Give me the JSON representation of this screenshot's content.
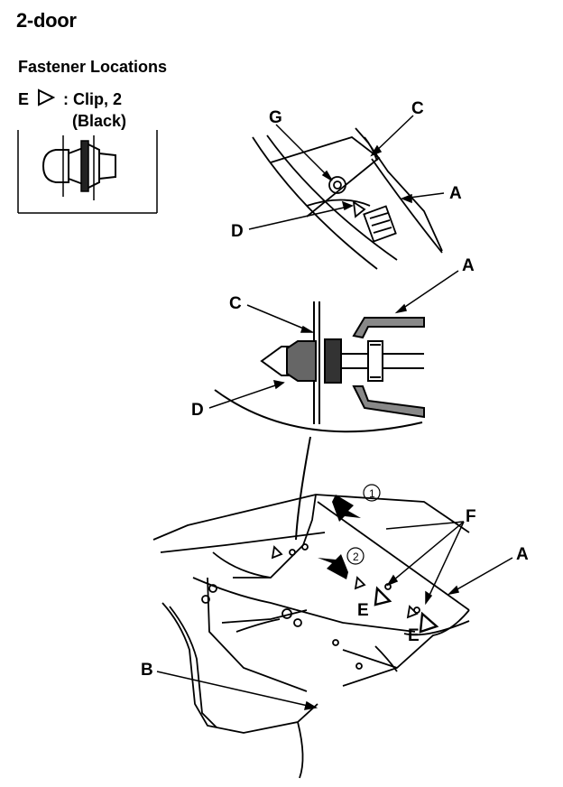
{
  "header": {
    "title": "2-door",
    "subtitle": "Fastener Locations"
  },
  "legend": {
    "letter": "E",
    "desc": ": Clip, 2",
    "color_note": "(Black)"
  },
  "callouts": {
    "A": "A",
    "B": "B",
    "C": "C",
    "D": "D",
    "E": "E",
    "F": "F",
    "G": "G"
  },
  "steps": {
    "one": "1",
    "two": "2"
  },
  "colors": {
    "line": "#000000",
    "background": "#ffffff"
  }
}
